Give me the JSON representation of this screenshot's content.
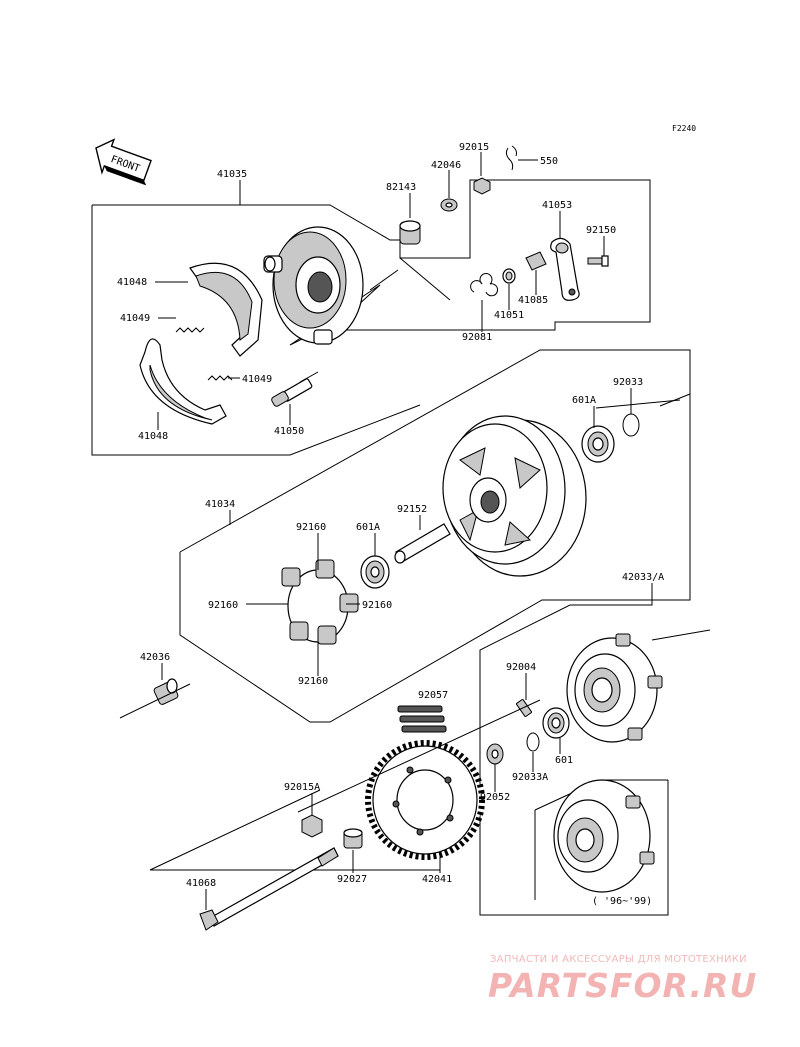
{
  "figure_code": "F2240",
  "front_label": "FRONT",
  "year_note": "( '96~'99)",
  "watermark": {
    "tagline": "ЗАПЧАСТИ И АКСЕССУАРЫ ДЛЯ МОТОТЕХНИКИ",
    "logo_text": "PARTSFOR.RU"
  },
  "part_labels": [
    "92015",
    "550",
    "42046",
    "82143",
    "41035",
    "41053",
    "92150",
    "41048",
    "41049",
    "41085",
    "41051",
    "92081",
    "41049",
    "41048",
    "41050",
    "601A",
    "92033",
    "41034",
    "92152",
    "92160",
    "601A",
    "92160",
    "92160",
    "92160",
    "42036",
    "42033/A",
    "92004",
    "92057",
    "601",
    "92033A",
    "92052",
    "92015A",
    "92027",
    "42041",
    "41068"
  ],
  "colors": {
    "line": "#000000",
    "watermark": "#f2b4b4"
  }
}
